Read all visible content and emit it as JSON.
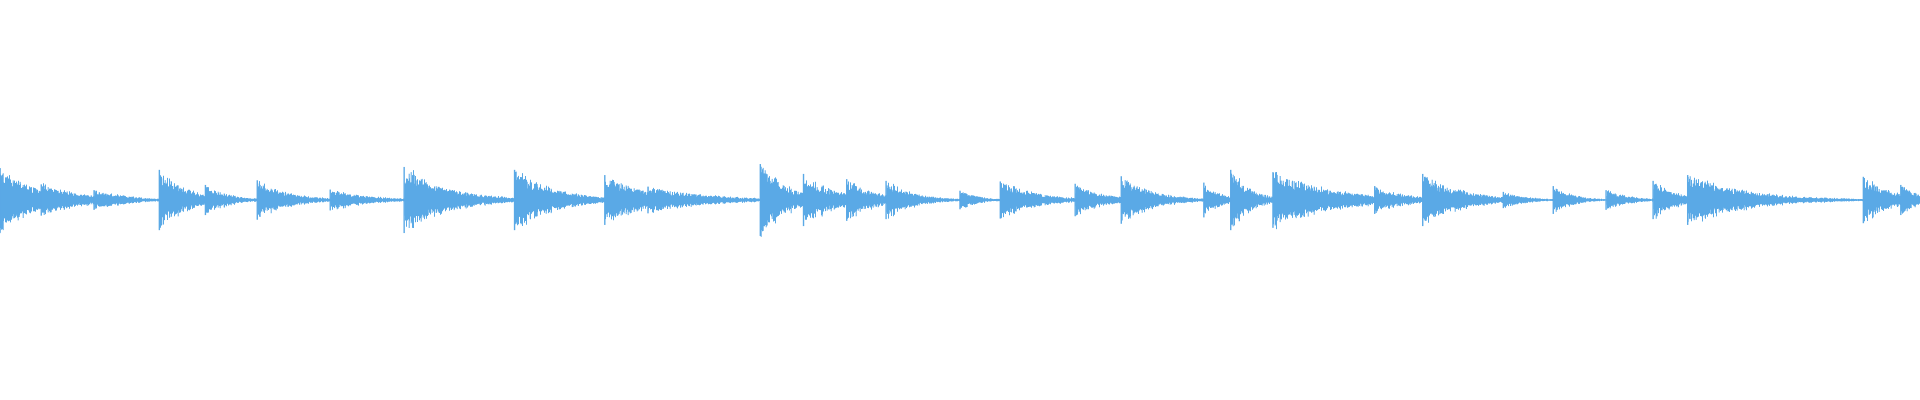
{
  "waveform": {
    "color": "#5aa9e6",
    "duration_s": 1,
    "peak_amplitude": 1.0,
    "events": [
      {
        "t": 0.0,
        "amp": 0.55,
        "decay": 0.02
      },
      {
        "t": 0.0215,
        "amp": 0.27,
        "decay": 0.022
      },
      {
        "t": 0.049,
        "amp": 0.17,
        "decay": 0.018
      },
      {
        "t": 0.083,
        "amp": 0.52,
        "decay": 0.014
      },
      {
        "t": 0.107,
        "amp": 0.26,
        "decay": 0.012
      },
      {
        "t": 0.134,
        "amp": 0.34,
        "decay": 0.016
      },
      {
        "t": 0.172,
        "amp": 0.18,
        "decay": 0.02
      },
      {
        "t": 0.2105,
        "amp": 0.57,
        "decay": 0.022
      },
      {
        "t": 0.268,
        "amp": 0.52,
        "decay": 0.02
      },
      {
        "t": 0.315,
        "amp": 0.43,
        "decay": 0.022
      },
      {
        "t": 0.3375,
        "amp": 0.23,
        "decay": 0.03
      },
      {
        "t": 0.396,
        "amp": 0.62,
        "decay": 0.014
      },
      {
        "t": 0.4185,
        "amp": 0.45,
        "decay": 0.016
      },
      {
        "t": 0.441,
        "amp": 0.36,
        "decay": 0.014
      },
      {
        "t": 0.4615,
        "amp": 0.33,
        "decay": 0.014
      },
      {
        "t": 0.5,
        "amp": 0.16,
        "decay": 0.01
      },
      {
        "t": 0.521,
        "amp": 0.32,
        "decay": 0.018
      },
      {
        "t": 0.56,
        "amp": 0.28,
        "decay": 0.014
      },
      {
        "t": 0.584,
        "amp": 0.41,
        "decay": 0.016
      },
      {
        "t": 0.627,
        "amp": 0.3,
        "decay": 0.008
      },
      {
        "t": 0.641,
        "amp": 0.52,
        "decay": 0.01
      },
      {
        "t": 0.663,
        "amp": 0.48,
        "decay": 0.03
      },
      {
        "t": 0.716,
        "amp": 0.24,
        "decay": 0.016
      },
      {
        "t": 0.741,
        "amp": 0.45,
        "decay": 0.02
      },
      {
        "t": 0.783,
        "amp": 0.14,
        "decay": 0.012
      },
      {
        "t": 0.809,
        "amp": 0.24,
        "decay": 0.01
      },
      {
        "t": 0.8365,
        "amp": 0.17,
        "decay": 0.012
      },
      {
        "t": 0.861,
        "amp": 0.33,
        "decay": 0.012
      },
      {
        "t": 0.879,
        "amp": 0.43,
        "decay": 0.03
      },
      {
        "t": 0.9705,
        "amp": 0.4,
        "decay": 0.014
      },
      {
        "t": 0.99,
        "amp": 0.26,
        "decay": 0.01
      }
    ]
  }
}
